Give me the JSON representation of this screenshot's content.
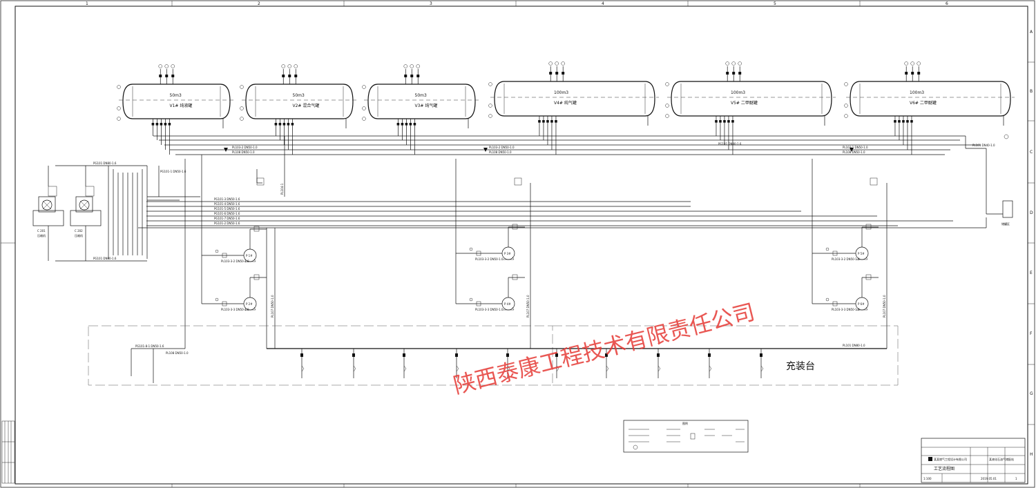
{
  "grid": {
    "columns": [
      "1",
      "2",
      "3",
      "4",
      "5",
      "6"
    ],
    "rows": [
      "A",
      "B",
      "C",
      "D",
      "E",
      "F",
      "G",
      "H"
    ]
  },
  "tanks": [
    {
      "id": "V1#",
      "name": "纯液罐",
      "volume": "50m3"
    },
    {
      "id": "V2#",
      "name": "混合气罐",
      "volume": "50m3"
    },
    {
      "id": "V3#",
      "name": "纯气罐",
      "volume": "50m3"
    },
    {
      "id": "V4#",
      "name": "纯气罐",
      "volume": "100m3"
    },
    {
      "id": "V5#",
      "name": "二甲醚罐",
      "volume": "100m3"
    },
    {
      "id": "V6#",
      "name": "二甲醚罐",
      "volume": "100m3"
    }
  ],
  "compressors": [
    {
      "id": "C 201",
      "name": "压缩机"
    },
    {
      "id": "C 202",
      "name": "压缩机"
    }
  ],
  "pumps": [
    "P 1#",
    "P 2#",
    "P 3#",
    "P 4#",
    "P 5#",
    "P 6#"
  ],
  "pipes": {
    "liquid_main_1": "PL103-2 DN50-1.0",
    "liquid_main_2": "PL108 DN50-1.0",
    "liquid_main_3": "PL103-2 DN50-1.0",
    "liquid_main_4": "PL103-1 DN50-1.0",
    "gas_main": "PG101 DN80-1.6",
    "gas_1": "PG101-1 DN50-1.6",
    "gas_2": "PG101-2 DN50-1.6",
    "gas_3": "PG101-3 DN50-1.6",
    "gas_4": "PG101-4 DN50-1.6",
    "gas_5": "PG101-5 DN50-1.6",
    "gas_6": "PG101-6 DN50-1.6",
    "gas_7": "PG101-7 DN50-1.6",
    "pump_in_1": "PL103-3-2 DN50-1.0",
    "pump_in_2": "PL103-3-3 DN50-1.0",
    "fill_main": "PL101 DN80-1.0",
    "fill_branch": "PG101-8-1 DN50-1.6",
    "discharge": "PL104-1",
    "return": "PL107 DN50-1.0",
    "vent": "PL101 DN40-1.0"
  },
  "filling_station": "充装台",
  "water_tank_label": "储罐区",
  "watermark": "陕西泰康工程技术有限责任公司",
  "title_block": {
    "company": "某某燃气工程设计有限公司",
    "drawing_title": "工艺流程图",
    "project": "某液化石油气储配站",
    "scale": "1:100",
    "date": "2019.05.01",
    "sheet": "1"
  },
  "legend_title": "图例"
}
